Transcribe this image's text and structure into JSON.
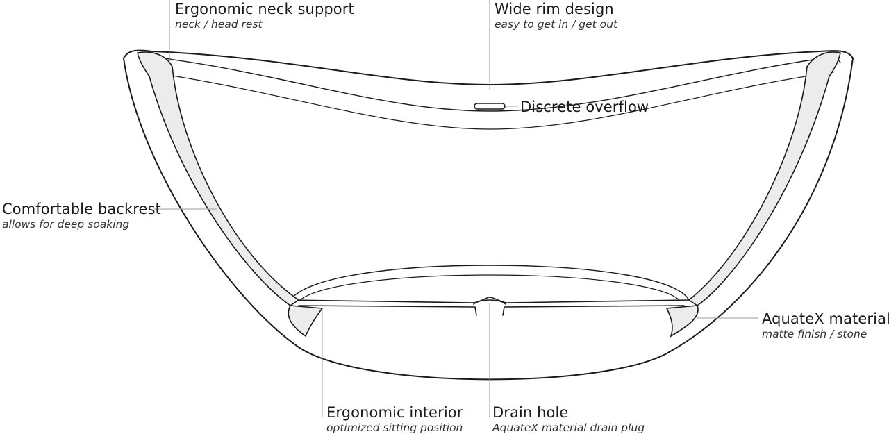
{
  "labels": {
    "neck_support": {
      "title": "Ergonomic neck support",
      "subtitle": "neck / head rest"
    },
    "rim": {
      "title": "Wide rim design",
      "subtitle": "easy to get in / get out"
    },
    "overflow": {
      "title": "Discrete overflow"
    },
    "backrest": {
      "title": "Comfortable backrest",
      "subtitle": "allows for deep soaking"
    },
    "material": {
      "title": "AquateX material",
      "subtitle": "matte finish / stone"
    },
    "interior": {
      "title": "Ergonomic interior",
      "subtitle": "optimized sitting position"
    },
    "drain": {
      "title": "Drain hole",
      "subtitle": "AquateX material drain plug"
    }
  },
  "colors": {
    "line": "#1a1a1a",
    "leader": "#9a9a9a",
    "wall_fill": "#ececec"
  }
}
